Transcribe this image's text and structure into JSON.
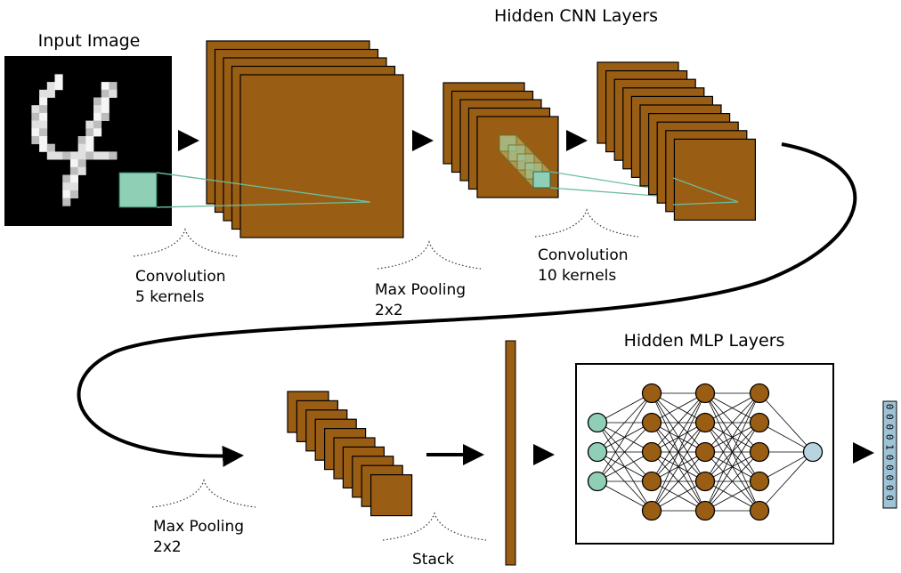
{
  "colors": {
    "layer_fill": "#9a5d14",
    "kernel_fill": "#8fcfb5",
    "input_node_fill": "#8fcfb5",
    "output_node_fill": "#b8d4df",
    "output_vector_fill": "#9fc3d6",
    "image_bg": "#000000"
  },
  "titles": {
    "input_image": "Input Image",
    "hidden_cnn": "Hidden CNN Layers",
    "hidden_mlp": "Hidden MLP Layers"
  },
  "labels": {
    "conv1_line1": "Convolution",
    "conv1_line2": "5 kernels",
    "pool1_line1": "Max Pooling",
    "pool1_line2": "2x2",
    "conv2_line1": "Convolution",
    "conv2_line2": "10 kernels",
    "pool2_line1": "Max Pooling",
    "pool2_line2": "2x2",
    "stack": "Stack"
  },
  "layers": {
    "conv1_maps": 5,
    "pool1_maps": 5,
    "conv2_maps": 10,
    "pool2_maps": 10
  },
  "mlp": {
    "layer_sizes": [
      3,
      5,
      5,
      5,
      1
    ]
  },
  "output_vector": [
    "0",
    "0",
    "0",
    "0",
    "1",
    "0",
    "0",
    "0",
    "0",
    "0"
  ],
  "icons": [
    "arrow-icon",
    "curve-arrow-icon",
    "bracket-icon"
  ]
}
